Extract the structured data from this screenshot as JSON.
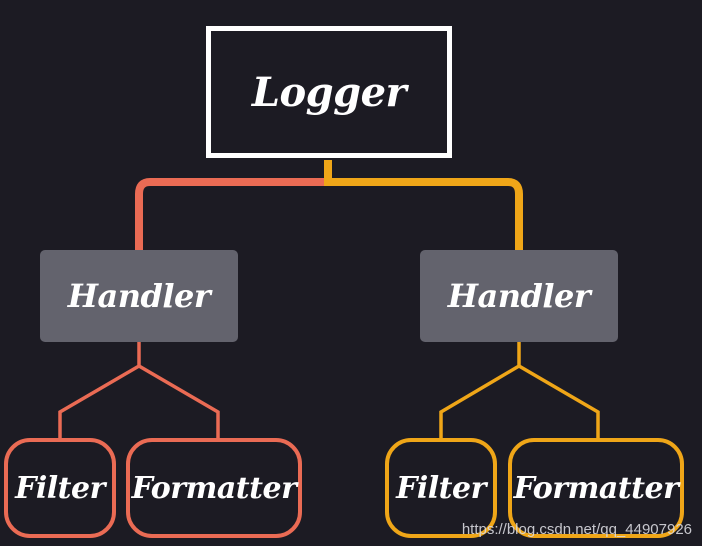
{
  "diagram": {
    "root": {
      "label": "Logger"
    },
    "branches": [
      {
        "handler": "Handler",
        "children": [
          "Filter",
          "Formatter"
        ],
        "color": "#ea6b54"
      },
      {
        "handler": "Handler",
        "children": [
          "Filter",
          "Formatter"
        ],
        "color": "#efa618"
      }
    ]
  },
  "colors": {
    "background": "#1c1b23",
    "root_border": "#ffffff",
    "handler_fill": "#63636d",
    "left_branch": "#ea6b54",
    "right_branch": "#efa618"
  },
  "watermark": "https://blog.csdn.net/qq_44907926"
}
